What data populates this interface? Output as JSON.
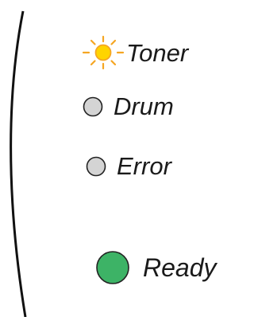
{
  "indicators": [
    {
      "label": "Toner",
      "state": "blinking",
      "led_color": "#ffd400",
      "ray_color": "#f5a623"
    },
    {
      "label": "Drum",
      "state": "off",
      "led_color": "#d4d4d4"
    },
    {
      "label": "Error",
      "state": "off",
      "led_color": "#d4d4d4"
    },
    {
      "label": "Ready",
      "state": "on",
      "led_color": "#3db366"
    }
  ],
  "colors": {
    "edge": "#111111",
    "text": "#1a1a1a",
    "led_outline": "#222222"
  }
}
